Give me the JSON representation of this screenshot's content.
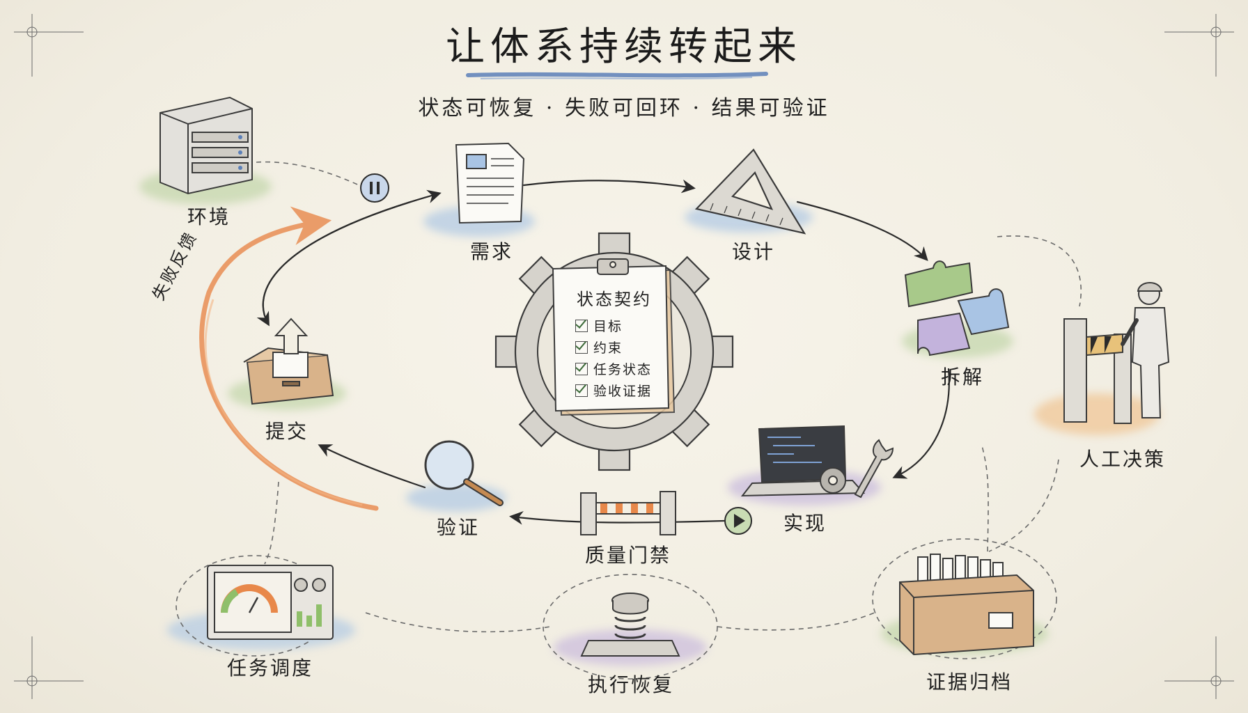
{
  "title": "让体系持续转起来",
  "subtitle": "状态可恢复 · 失败可回环 · 结果可验证",
  "contract": {
    "title": "状态契约",
    "items": [
      "目标",
      "约束",
      "任务状态",
      "验收证据"
    ]
  },
  "cycle_nodes": {
    "requirement": "需求",
    "design": "设计",
    "decompose": "拆解",
    "implement": "实现",
    "quality_gate": "质量门禁",
    "verify": "验证",
    "submit": "提交"
  },
  "support_nodes": {
    "environment": "环境",
    "human_decision": "人工决策",
    "task_scheduling": "任务调度",
    "execution_recovery": "执行恢复",
    "evidence_archive": "证据归档"
  },
  "feedback_label": "失败反馈",
  "colors": {
    "ink": "#2b2b2b",
    "title_underline": "#5b7fb8",
    "feedback_arrow": "#e8884a",
    "wash_blue": "#a9c4e4",
    "wash_green": "#b9d19e",
    "wash_purple": "#c3b3dc",
    "wash_orange": "#f0c08c",
    "check_green": "#3d6b3a"
  }
}
